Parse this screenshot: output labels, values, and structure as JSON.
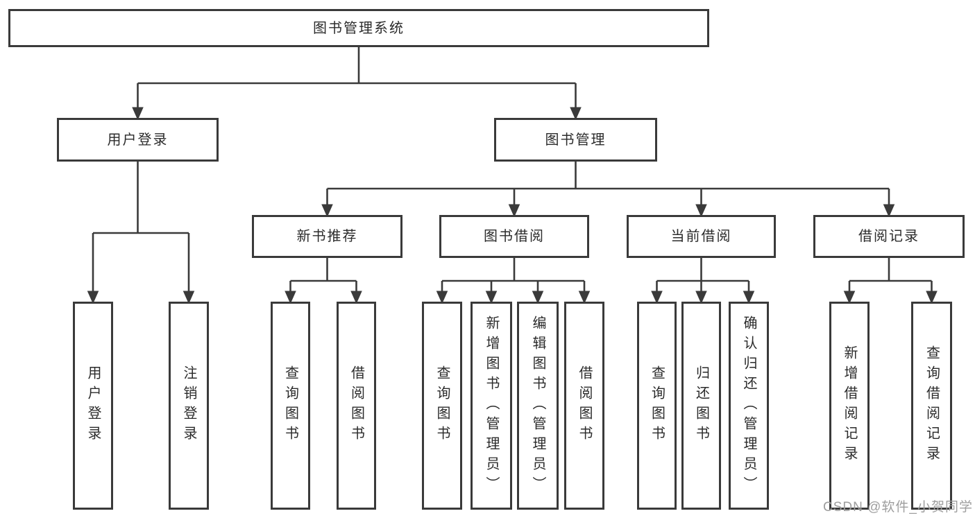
{
  "diagram": {
    "type": "hierarchy-tree",
    "tree": {
      "id": "root",
      "label": "图书管理系统",
      "children": [
        {
          "id": "user-login",
          "label": "用户登录",
          "children": [
            {
              "id": "leaf-user-login",
              "label": "用户登录",
              "vertical": true
            },
            {
              "id": "leaf-logout",
              "label": "注销登录",
              "vertical": true
            }
          ]
        },
        {
          "id": "book-mgmt",
          "label": "图书管理",
          "children": [
            {
              "id": "new-book-rec",
              "label": "新书推荐",
              "children": [
                {
                  "id": "leaf-nbr-query",
                  "label": "查询图书",
                  "vertical": true
                },
                {
                  "id": "leaf-nbr-borrow",
                  "label": "借阅图书",
                  "vertical": true
                }
              ]
            },
            {
              "id": "book-borrow",
              "label": "图书借阅",
              "children": [
                {
                  "id": "leaf-bb-query",
                  "label": "查询图书",
                  "vertical": true
                },
                {
                  "id": "leaf-bb-add",
                  "label": "新增图书（管理员）",
                  "vertical": true
                },
                {
                  "id": "leaf-bb-edit",
                  "label": "编辑图书（管理员）",
                  "vertical": true
                },
                {
                  "id": "leaf-bb-borrow",
                  "label": "借阅图书",
                  "vertical": true
                }
              ]
            },
            {
              "id": "current-borrow",
              "label": "当前借阅",
              "children": [
                {
                  "id": "leaf-cb-query",
                  "label": "查询图书",
                  "vertical": true
                },
                {
                  "id": "leaf-cb-return",
                  "label": "归还图书",
                  "vertical": true
                },
                {
                  "id": "leaf-cb-confirm",
                  "label": "确认归还（管理员）",
                  "vertical": true
                }
              ]
            },
            {
              "id": "borrow-records",
              "label": "借阅记录",
              "children": [
                {
                  "id": "leaf-br-add",
                  "label": "新增借阅记录",
                  "vertical": true
                },
                {
                  "id": "leaf-br-query",
                  "label": "查询借阅记录",
                  "vertical": true
                }
              ]
            }
          ]
        }
      ]
    },
    "colors": {
      "line": "#3a3a3a",
      "box_border": "#3a3a3a",
      "text": "#2b2b2b",
      "background": "#ffffff",
      "watermark": "#9e9e9e"
    }
  },
  "watermark": {
    "text": "CSDN @软件_小贺同学"
  }
}
